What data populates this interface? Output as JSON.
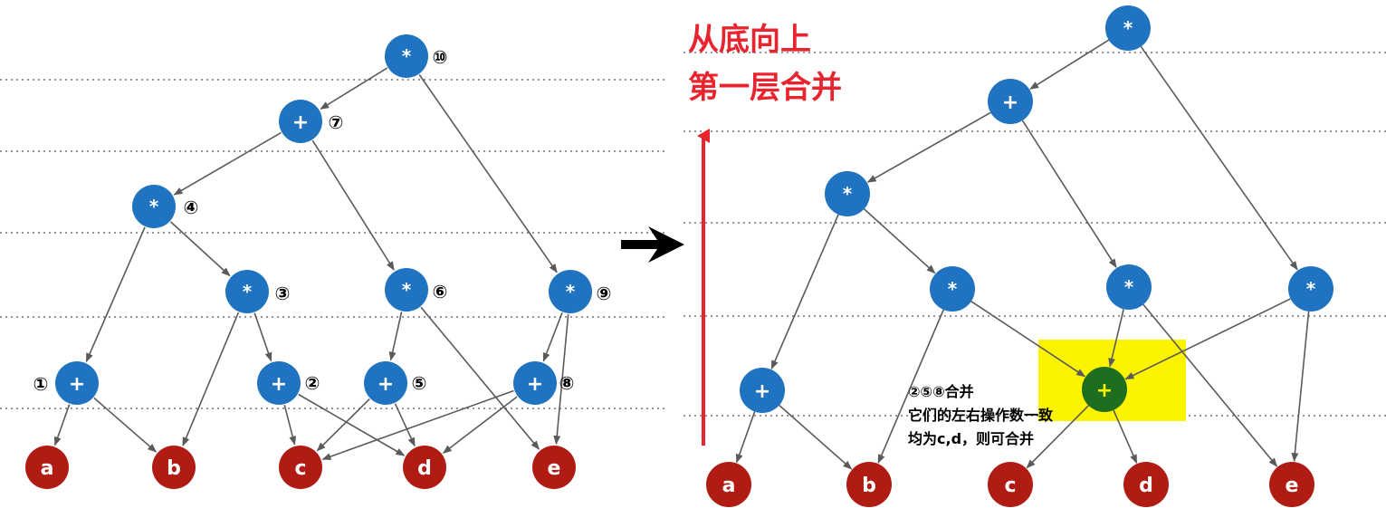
{
  "left_diagram": {
    "nodes": [
      {
        "id": "L10",
        "label": "*",
        "badge": "⑩",
        "kind": "op"
      },
      {
        "id": "L7",
        "label": "+",
        "badge": "⑦",
        "kind": "op"
      },
      {
        "id": "L4",
        "label": "*",
        "badge": "④",
        "kind": "op"
      },
      {
        "id": "L3",
        "label": "*",
        "badge": "③",
        "kind": "op"
      },
      {
        "id": "L6",
        "label": "*",
        "badge": "⑥",
        "kind": "op"
      },
      {
        "id": "L9",
        "label": "*",
        "badge": "⑨",
        "kind": "op"
      },
      {
        "id": "L1",
        "label": "+",
        "badge": "①",
        "kind": "op"
      },
      {
        "id": "L2",
        "label": "+",
        "badge": "②",
        "kind": "op"
      },
      {
        "id": "L5",
        "label": "+",
        "badge": "⑤",
        "kind": "op"
      },
      {
        "id": "L8",
        "label": "+",
        "badge": "⑧",
        "kind": "op"
      },
      {
        "id": "La",
        "label": "a",
        "kind": "leaf"
      },
      {
        "id": "Lb",
        "label": "b",
        "kind": "leaf"
      },
      {
        "id": "Lc",
        "label": "c",
        "kind": "leaf"
      },
      {
        "id": "Ld",
        "label": "d",
        "kind": "leaf"
      },
      {
        "id": "Le",
        "label": "e",
        "kind": "leaf"
      }
    ]
  },
  "arrow_label": "→",
  "title": {
    "line1": "从底向上",
    "line2": "第一层合并"
  },
  "right_diagram": {
    "nodes": [
      {
        "id": "R_top",
        "label": "*",
        "kind": "op"
      },
      {
        "id": "R_plus",
        "label": "+",
        "kind": "op"
      },
      {
        "id": "R_mul1",
        "label": "*",
        "kind": "op"
      },
      {
        "id": "R_mul2",
        "label": "*",
        "kind": "op"
      },
      {
        "id": "R_mul3",
        "label": "*",
        "kind": "op"
      },
      {
        "id": "R_mul4",
        "label": "*",
        "kind": "op"
      },
      {
        "id": "R_plusA",
        "label": "+",
        "kind": "op"
      },
      {
        "id": "R_merged",
        "label": "+",
        "kind": "merged"
      },
      {
        "id": "Ra",
        "label": "a",
        "kind": "leaf"
      },
      {
        "id": "Rb",
        "label": "b",
        "kind": "leaf"
      },
      {
        "id": "Rc",
        "label": "c",
        "kind": "leaf"
      },
      {
        "id": "Rd",
        "label": "d",
        "kind": "leaf"
      },
      {
        "id": "Re",
        "label": "e",
        "kind": "leaf"
      }
    ],
    "note": {
      "line1": "②⑤⑧合并",
      "line2": "它们的左右操作数一致",
      "line3": "均为c,d，则可合并"
    }
  },
  "colors": {
    "op_node": "#1f73c0",
    "leaf_node": "#b01c14",
    "merged_node": "#1f6e1f",
    "highlight": "#fcf300",
    "title": "#e8242f",
    "edge": "#5a5a5a"
  }
}
